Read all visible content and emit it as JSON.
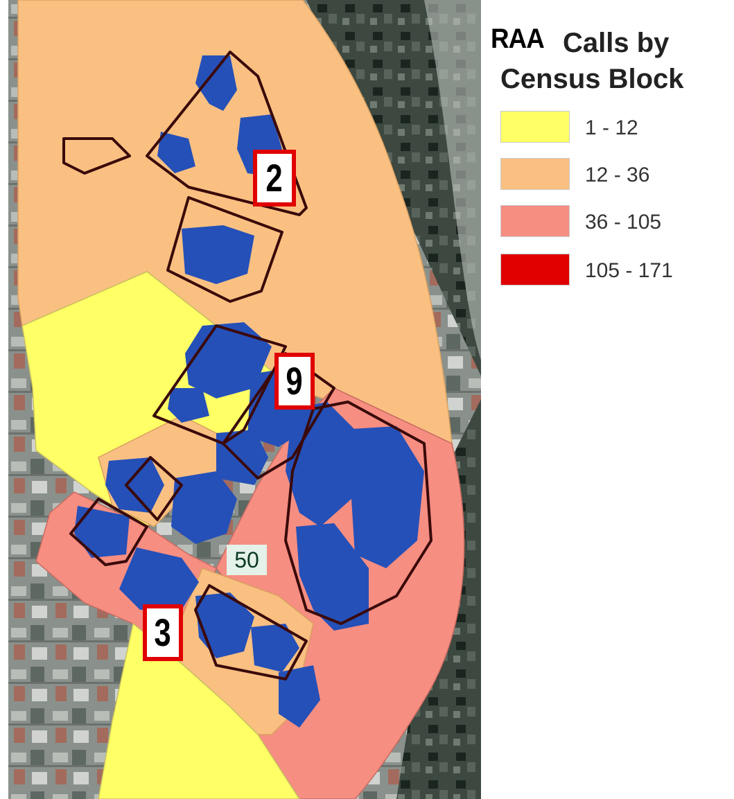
{
  "legend": {
    "title_prefix": "RAA",
    "title_line1": "Calls by",
    "title_line2": "Census Block",
    "classes": [
      {
        "label": "1 - 12",
        "color": "#ffff66"
      },
      {
        "label": "12 - 36",
        "color": "#fac082"
      },
      {
        "label": "36 - 105",
        "color": "#f68e82"
      },
      {
        "label": "105 - 171",
        "color": "#e00000"
      }
    ]
  },
  "map": {
    "street_label": "50",
    "block_badges": [
      {
        "id": "block-2",
        "label": "2"
      },
      {
        "id": "block-9",
        "label": "9"
      },
      {
        "id": "block-3",
        "label": "3"
      }
    ],
    "colors": {
      "building_fill": "#2550b8",
      "block_outline": "#3a0a0a",
      "badge_border": "#e00000",
      "imagery_gray": "#7d8580",
      "imagery_dark": "#1f2a23"
    }
  }
}
